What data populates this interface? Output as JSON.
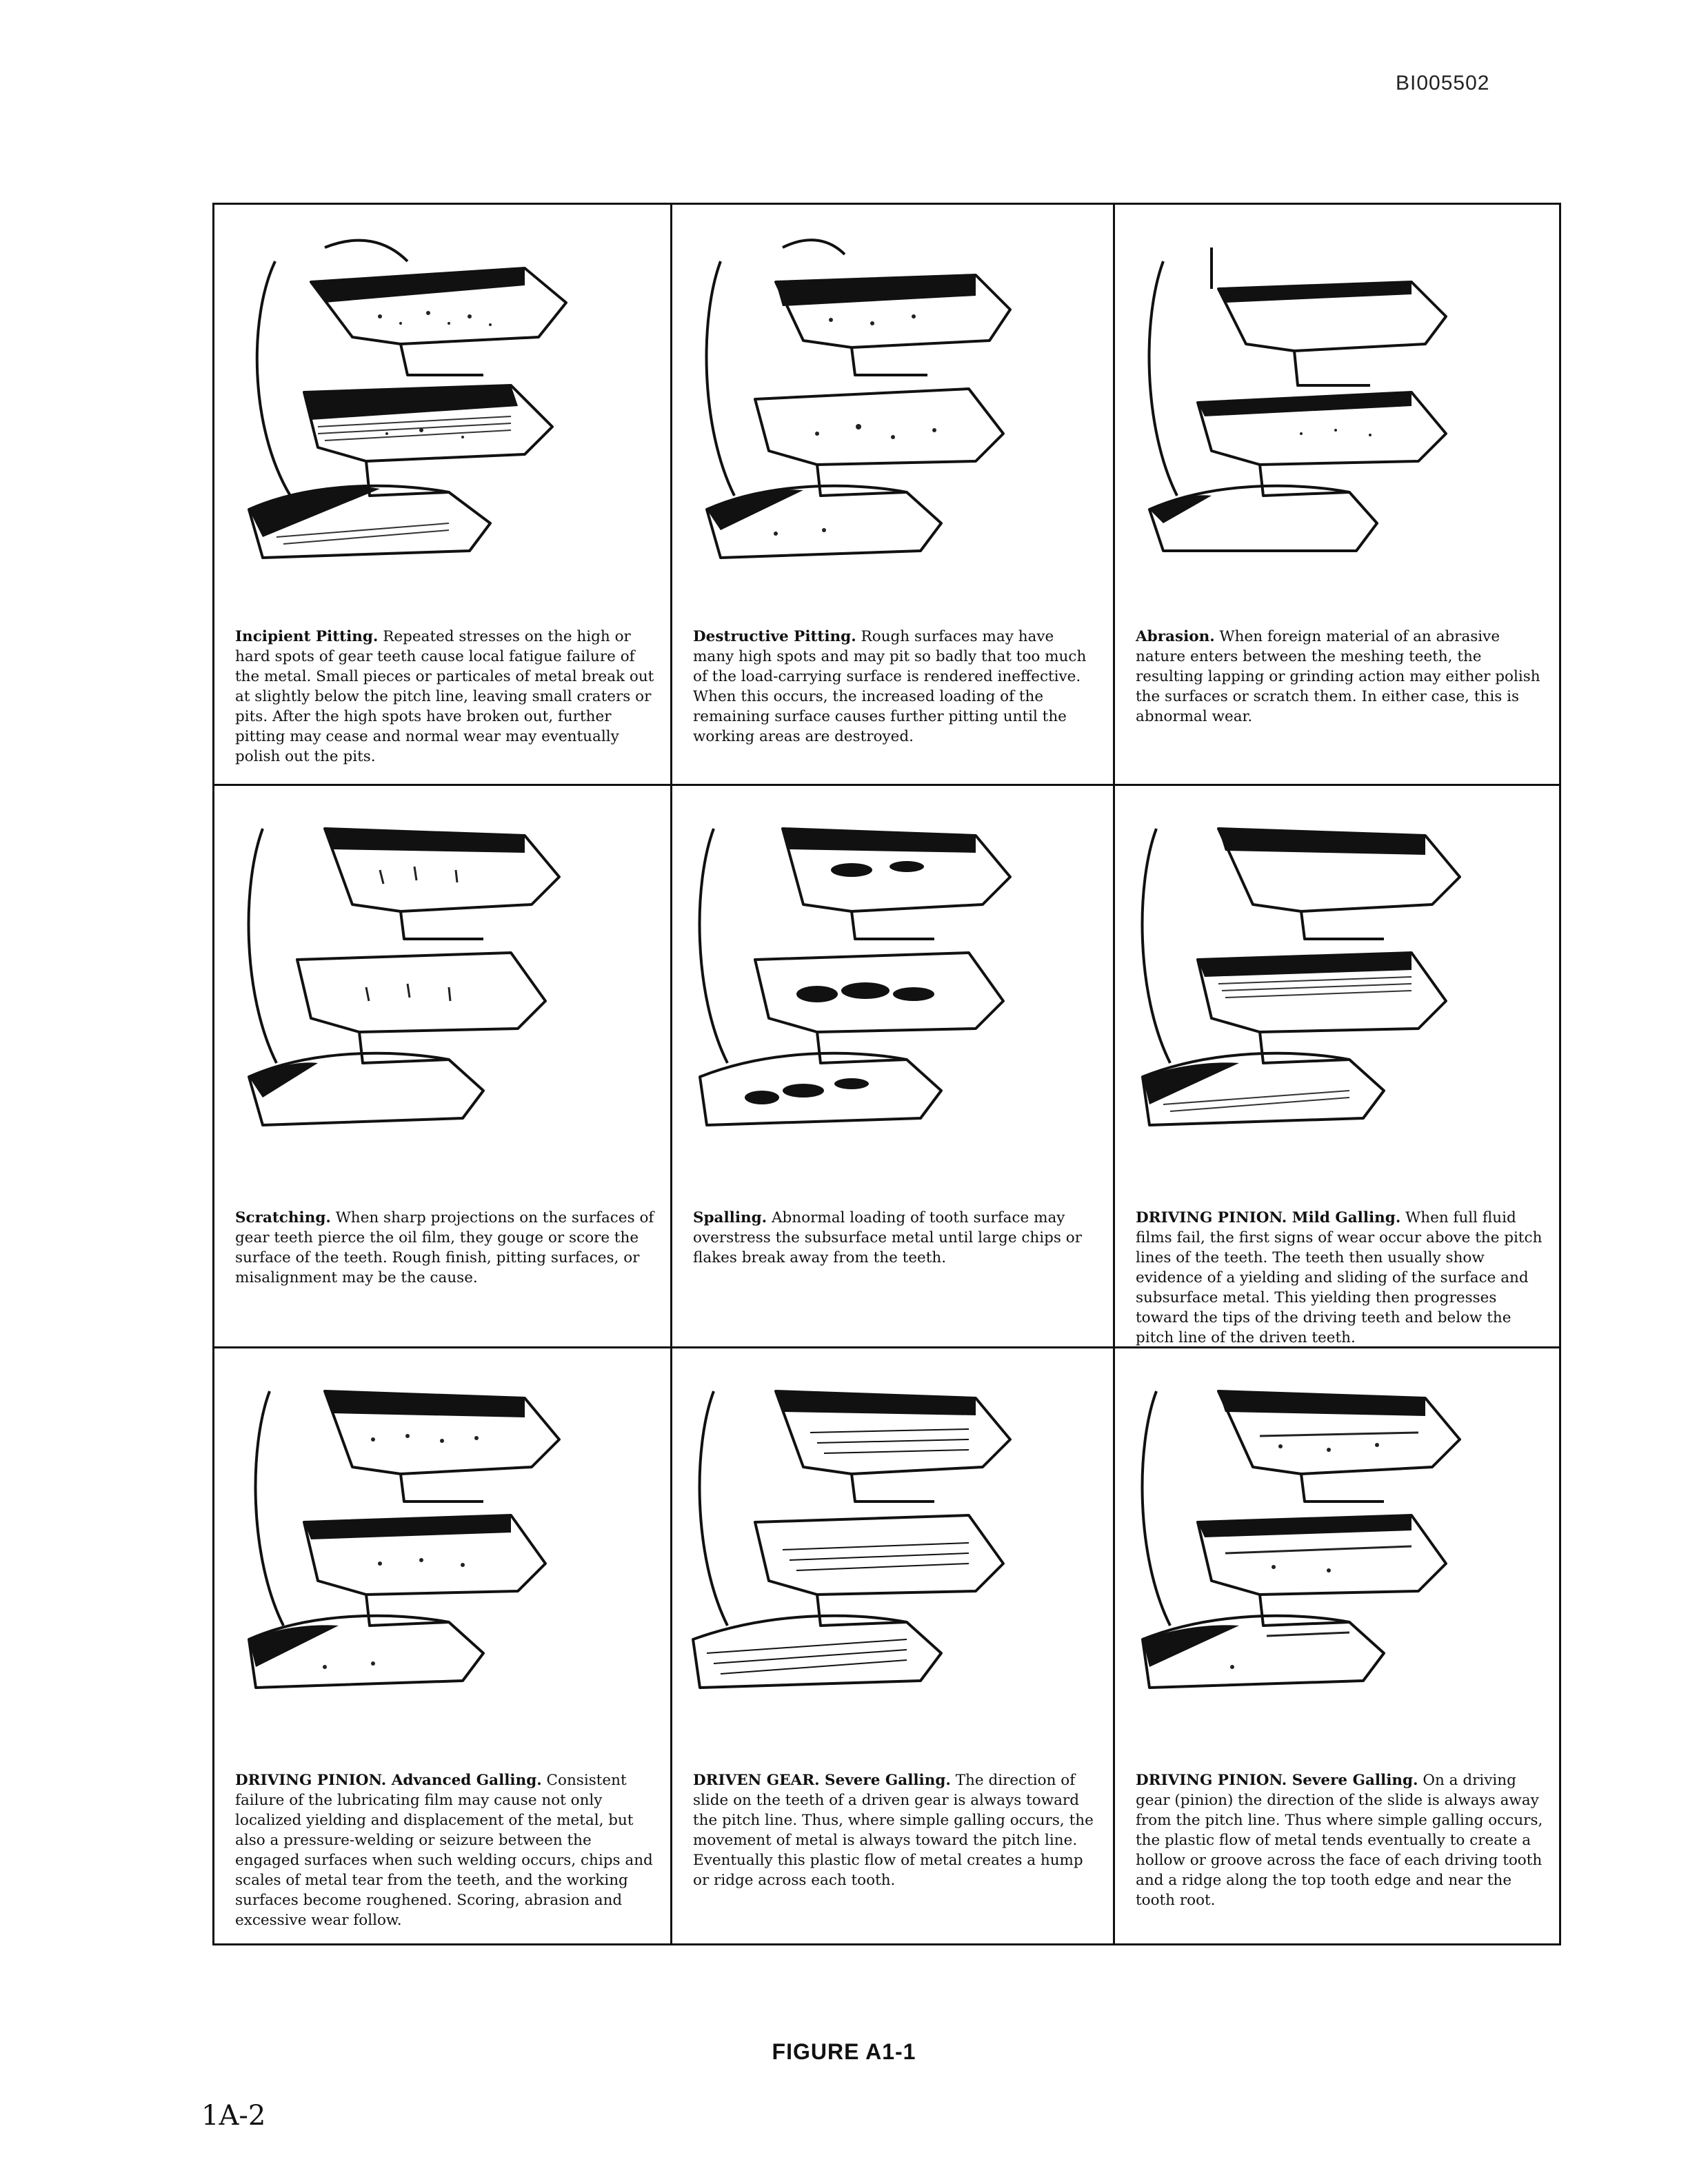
{
  "header": {
    "doc_id": "BI005502"
  },
  "panels": [
    {
      "title": "Incipient Pitting.",
      "text": " Repeated stresses on the high or hard spots of gear teeth cause local fatigue failure of the metal. Small pieces or particales of metal break out at slightly below the pitch line, leaving small craters or pits. After the high spots have broken out, further pitting may cease and normal wear may eventually polish out the pits."
    },
    {
      "title": "Destructive Pitting.",
      "text": " Rough surfaces may have many high spots and may pit so badly that too much of the load-carrying surface is rendered ineffective. When this occurs, the increased loading of the remaining surface causes further pitting until the working areas are destroyed."
    },
    {
      "title": "Abrasion.",
      "text": " When foreign material of an abrasive nature enters between the meshing teeth, the resulting lapping or grinding action may either polish the surfaces or scratch them. In either case, this is abnormal wear."
    },
    {
      "title": "Scratching.",
      "text": " When sharp projections on the surfaces of gear teeth pierce the oil film, they gouge or score the surface of the teeth. Rough finish, pitting surfaces, or misalignment may be the cause."
    },
    {
      "title": "Spalling.",
      "text": " Abnormal loading of tooth surface may overstress the subsurface metal until large chips or flakes break away from the teeth."
    },
    {
      "title": "DRIVING PINION. Mild Galling.",
      "text": " When full fluid films fail, the first signs of wear occur above the pitch lines of the teeth. The teeth then usually show evidence of a yielding and sliding of the surface and subsurface metal. This yielding then progresses toward the tips of the driving teeth and below the pitch line of the driven teeth."
    },
    {
      "title": "DRIVING PINION. Advanced Galling.",
      "text": " Consistent failure of the lubricating film may cause not only localized yielding and displacement of the metal, but also a pressure-welding or seizure between the engaged surfaces when such welding occurs, chips and scales of metal tear from the teeth, and the working surfaces become roughened. Scoring, abrasion and excessive wear follow."
    },
    {
      "title": "DRIVEN GEAR. Severe Galling.",
      "text": " The direction of slide on the teeth of a driven gear is always toward the pitch line. Thus, where simple galling occurs, the movement of metal is always toward the pitch line. Eventually this plastic flow of metal creates a hump or ridge across each tooth."
    },
    {
      "title": "DRIVING PINION. Severe Galling.",
      "text": " On a driving gear (pinion) the direction of the slide is always away from the pitch line. Thus where simple galling occurs, the plastic flow of metal tends eventually to create a hollow or groove across the face of each driving tooth and a ridge along the top tooth edge and near the tooth root."
    }
  ],
  "footer": {
    "figure_label": "FIGURE A1-1",
    "page_number": "1A-2"
  }
}
